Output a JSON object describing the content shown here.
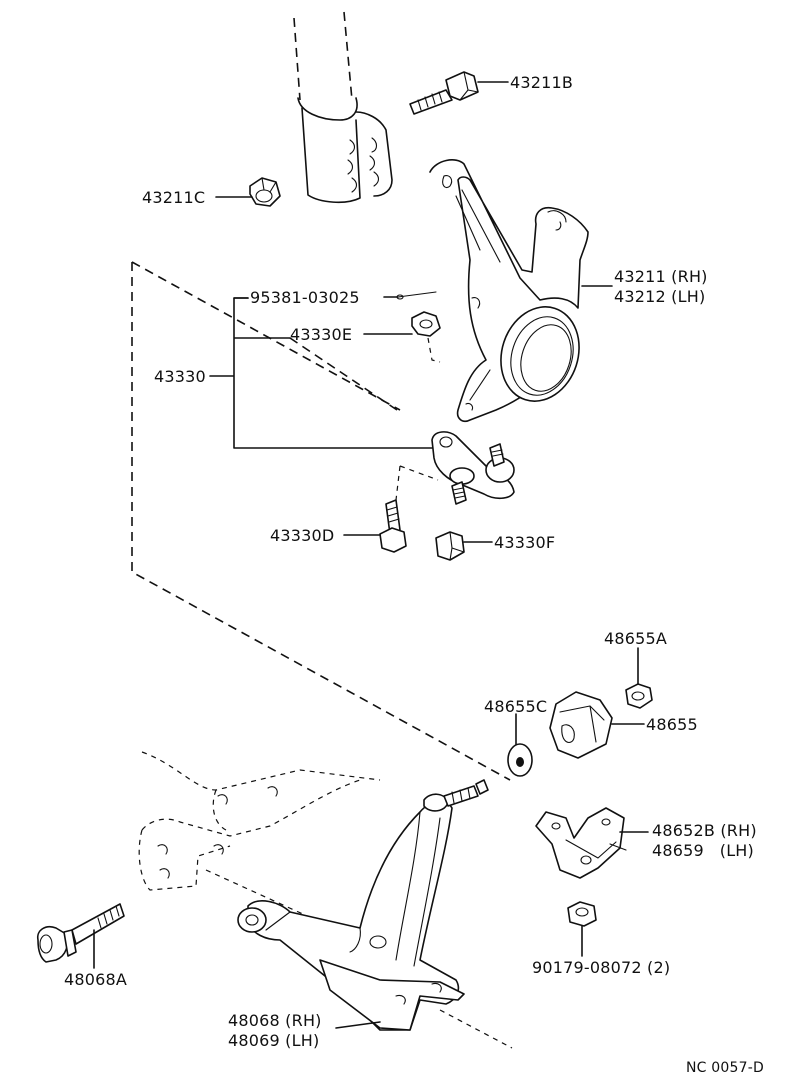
{
  "labels": {
    "p43211b": "43211B",
    "p43211c": "43211C",
    "p43211_rh": "43211 (RH)",
    "p43212_lh": "43212 (LH)",
    "p95381": "95381-03025",
    "p43330e": "43330E",
    "p43330": "43330",
    "p43330d": "43330D",
    "p43330f": "43330F",
    "p48655a": "48655A",
    "p48655c": "48655C",
    "p48655": "48655",
    "p48652b_rh": "48652B (RH)",
    "p48659_lh": "48659   (LH)",
    "p90179": "90179-08072 (2)",
    "p48068a": "48068A",
    "p48068_rh": "48068 (RH)",
    "p48069_lh": "48069 (LH)",
    "drawing_code": "NC 0057-D"
  }
}
